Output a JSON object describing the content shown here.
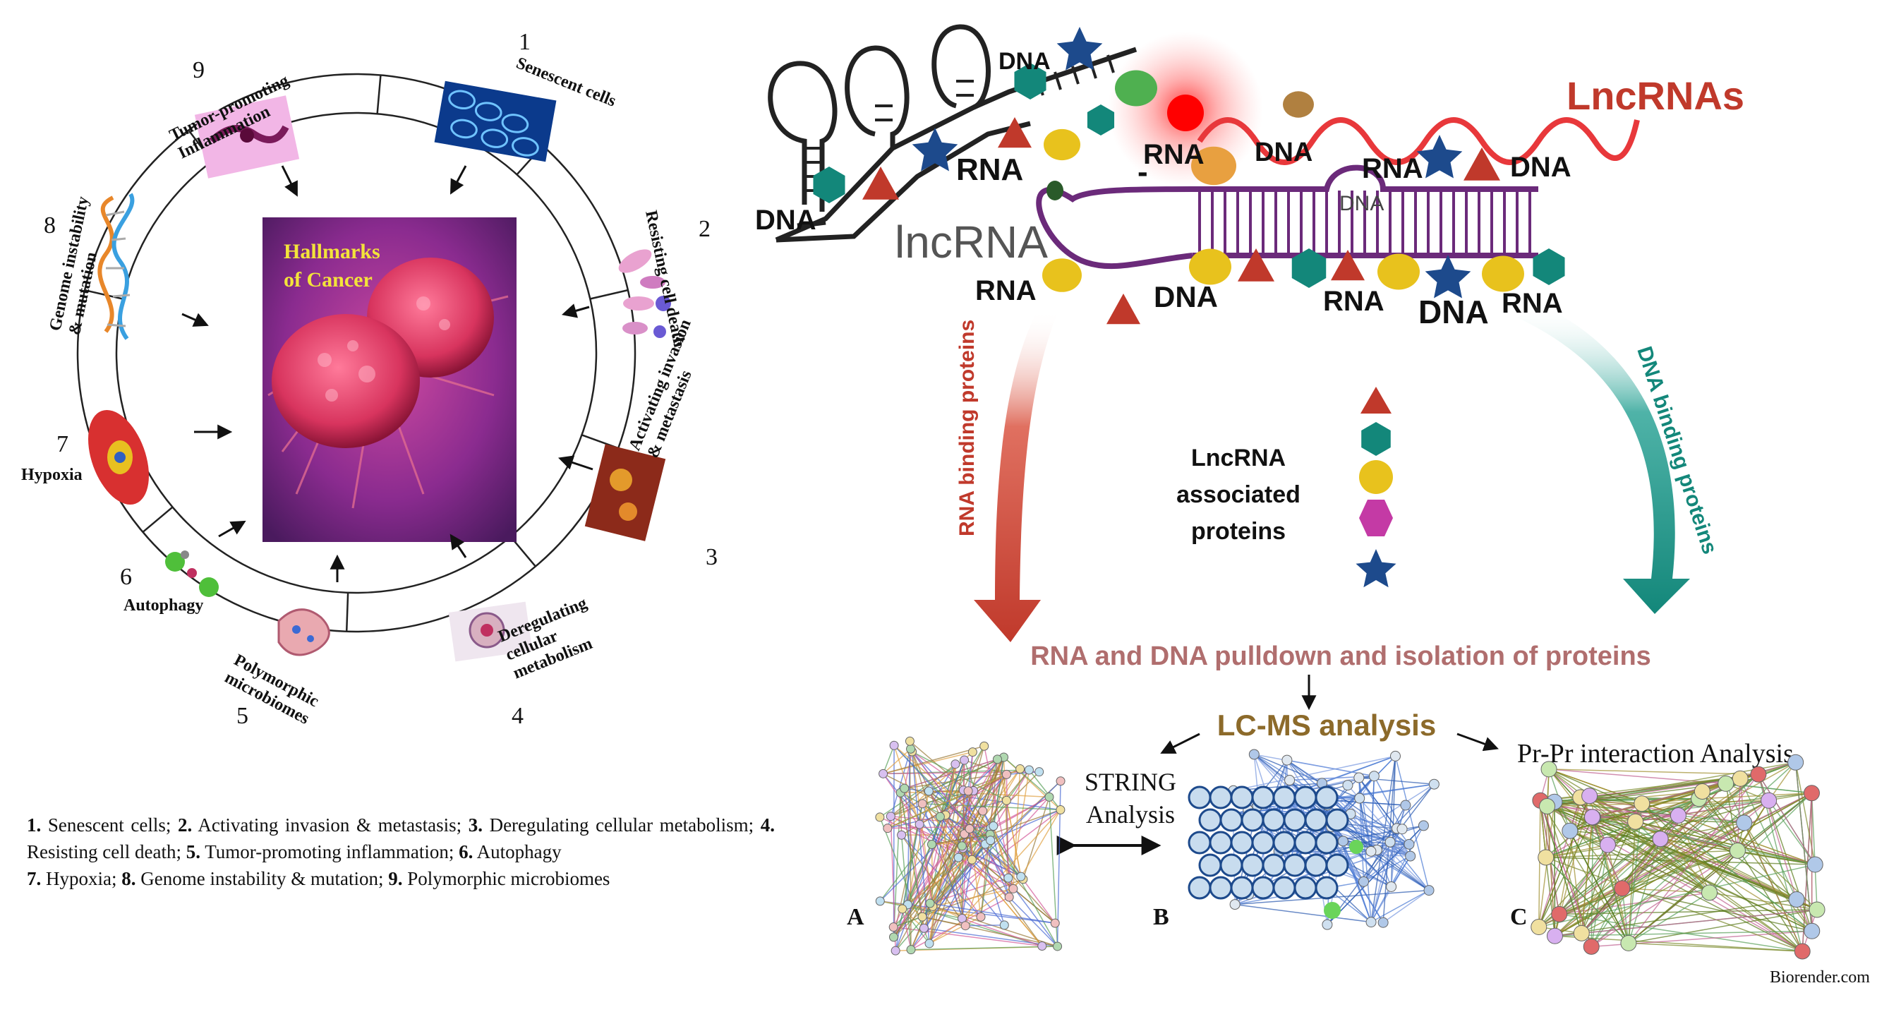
{
  "hallmarks": {
    "center_title": [
      "Hallmarks",
      "of Cancer"
    ],
    "items": [
      {
        "num": "1",
        "label": [
          "Senescent cells"
        ]
      },
      {
        "num": "2",
        "label": [
          "Resisting cell death"
        ]
      },
      {
        "num": "3",
        "label": [
          "Activating invasion",
          "& metastasis"
        ]
      },
      {
        "num": "4",
        "label": [
          "Deregulating",
          "cellular",
          "metabolism"
        ]
      },
      {
        "num": "5",
        "label": [
          "Polymorphic",
          "microbiomes"
        ]
      },
      {
        "num": "6",
        "label": [
          "Autophagy"
        ]
      },
      {
        "num": "7",
        "label": [
          "Hypoxia"
        ]
      },
      {
        "num": "8",
        "label": [
          "Genome instability",
          "& mutation"
        ]
      },
      {
        "num": "9",
        "label": [
          "Tumor-promoting",
          "Inflammation"
        ]
      }
    ]
  },
  "legend": [
    {
      "num": "1.",
      "text": " Senescent cells; "
    },
    {
      "num": "2.",
      "text": " Activating invasion & metastasis; "
    },
    {
      "num": "3.",
      "text": " Deregulating cellular metabolism; "
    },
    {
      "num": "4.",
      "text": " Resisting cell death; "
    },
    {
      "num": "5.",
      "text": " Tumor-promoting inflammation; "
    },
    {
      "num": "6.",
      "text": " Autophagy "
    },
    {
      "num": "7.",
      "text": " Hypoxia; "
    },
    {
      "num": "8.",
      "text": " Genome instability & mutation; "
    },
    {
      "num": "9.",
      "text": " Polymorphic microbiomes"
    }
  ],
  "lncrna": {
    "title": "LncRNAs",
    "molecule_label": "lncRNA",
    "labels": {
      "dna": "DNA",
      "rna": "RNA"
    },
    "minus": "-",
    "left_arrow_label": "RNA binding proteins",
    "right_arrow_label": "DNA binding proteins",
    "proteins_label": [
      "LncRNA",
      "associated",
      "proteins"
    ],
    "pulldown": "RNA and DNA pulldown and isolation of proteins",
    "lcms": "LC-MS analysis",
    "string_analysis": [
      "STRING",
      "Analysis"
    ],
    "prpr": "Pr-Pr interaction Analysis",
    "panels": [
      "A",
      "B",
      "C"
    ],
    "credit": "Biorender.com"
  },
  "colors": {
    "red": "#c0392b",
    "teal": "#13877a",
    "yellow": "#e8c21d",
    "magenta": "#c43aa5",
    "navy": "#1d4a8c",
    "purple": "#6b2a7a",
    "bright_red": "#e8383b",
    "pulldown_text": "#b06e6e",
    "lcms_text": "#8c6a2a"
  }
}
